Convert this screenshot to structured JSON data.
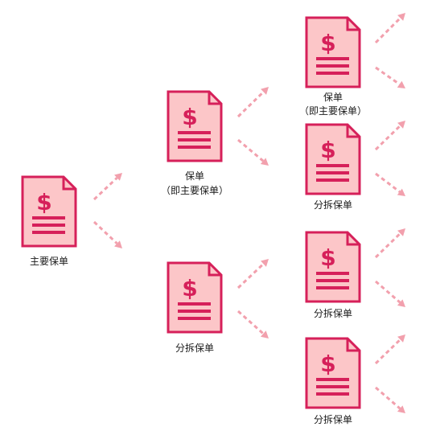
{
  "colors": {
    "doc_fill": "#fcc6c8",
    "doc_stroke": "#d6205a",
    "arrow": "#f2a0ad"
  },
  "icon": "invoice-dollar-document-icon",
  "nodes": [
    {
      "id": "root",
      "label": "主要保单"
    },
    {
      "id": "l1-top",
      "label": "保单",
      "sublabel": "（即主要保单）"
    },
    {
      "id": "l1-bottom",
      "label": "分拆保单"
    },
    {
      "id": "l2-1",
      "label": "保单",
      "sublabel": "（即主要保单）"
    },
    {
      "id": "l2-2",
      "label": "分拆保单"
    },
    {
      "id": "l2-3",
      "label": "分拆保单"
    },
    {
      "id": "l2-4",
      "label": "分拆保单"
    }
  ]
}
